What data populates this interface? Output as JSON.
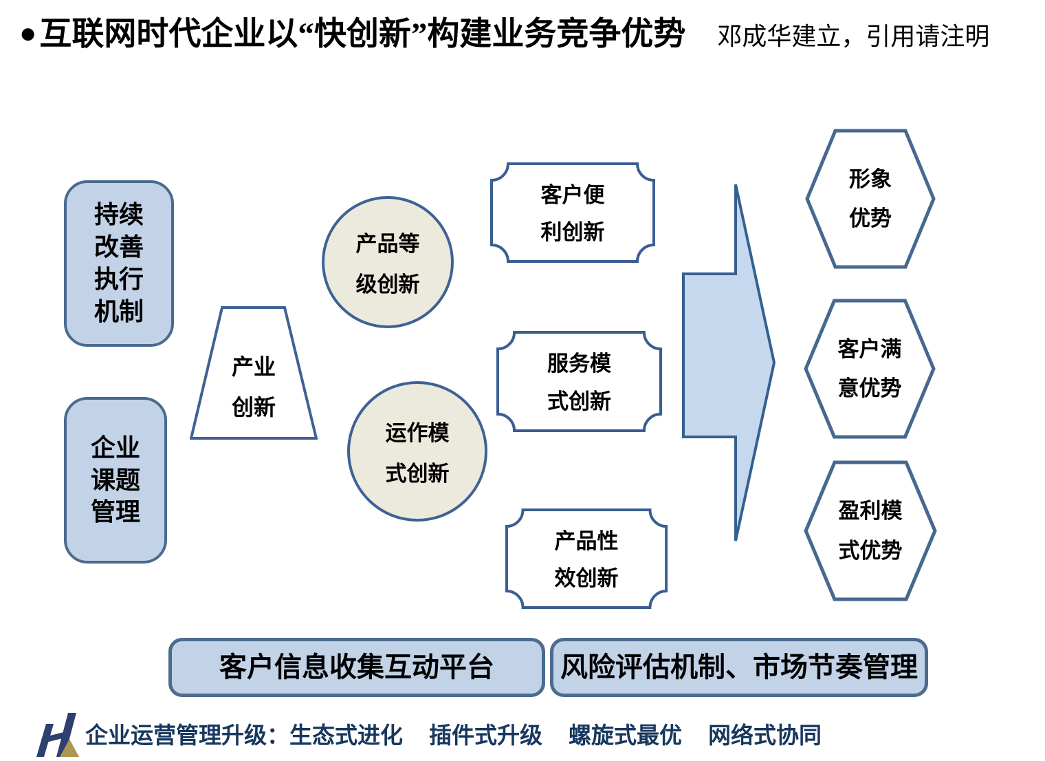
{
  "title": {
    "bullet": "●",
    "text": "互联网时代企业以“快创新”构建业务竞争优势",
    "attribution": "邓成华建立，引用请注明"
  },
  "left_boxes": [
    {
      "label": "持续\n改善\n执行\n机制"
    },
    {
      "label": "企业\n课题\n管理"
    }
  ],
  "trapezoid": {
    "label": "产业\n创新"
  },
  "circles": [
    {
      "label": "产品等\n级创新"
    },
    {
      "label": "运作模\n式创新"
    }
  ],
  "plaques": [
    {
      "label": "客户便\n利创新"
    },
    {
      "label": "服务模\n式创新"
    },
    {
      "label": "产品性\n效创新"
    }
  ],
  "hexagons": [
    {
      "label": "形象\n优势"
    },
    {
      "label": "客户满\n意优势"
    },
    {
      "label": "盈利模\n式优势"
    }
  ],
  "bottom_bars": [
    {
      "label": "客户信息收集互动平台"
    },
    {
      "label": "风险评估机制、市场节奏管理"
    }
  ],
  "footer": {
    "prefix": "企业运营管理升级：",
    "items": [
      "生态式进化",
      "插件式升级",
      "螺旋式最优",
      "网络式协同"
    ]
  },
  "colors": {
    "shape_fill_blue": "#c2d2e7",
    "box_border": "#4a6a8e",
    "shape_stroke": "#3e6294",
    "hex_stroke": "#47688f",
    "circle_fill": "#ece9dd",
    "arrow_fill": "#c6d8ee",
    "arrow_stroke": "#36608f",
    "footer_text": "#17375e",
    "logo_navy": "#2e4070",
    "logo_gold": "#ad9752"
  }
}
